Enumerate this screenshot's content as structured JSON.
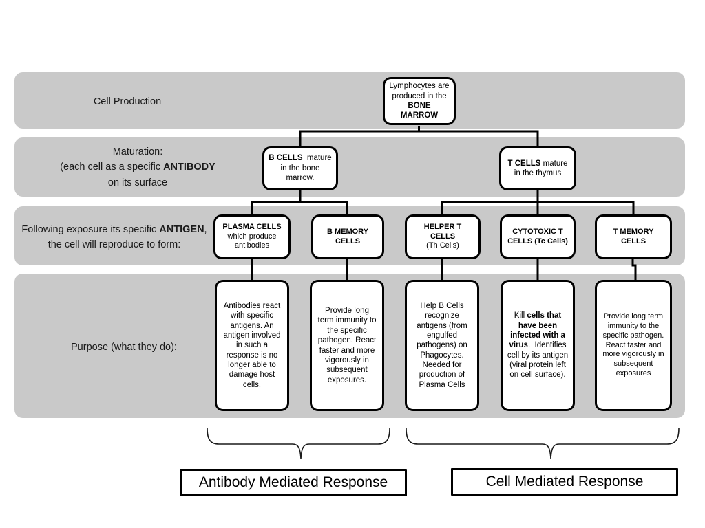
{
  "page": {
    "title": "Lymphocyte Development and Immune Response Flow Chart",
    "background_color": "#ffffff",
    "band_color": "#c9c9c9",
    "box_border_color": "#000000",
    "box_fill_color": "#ffffff"
  },
  "rows": [
    {
      "id": "cell-production",
      "label_lines": [
        "Cell Production"
      ]
    },
    {
      "id": "maturation",
      "label_lines": [
        "Maturation:",
        "(each cell as a specific ANTIBODY",
        "on its surface"
      ],
      "bold_terms": [
        "ANTIBODY"
      ]
    },
    {
      "id": "exposure",
      "label_lines": [
        "Following exposure its specific ANTIGEN,",
        "the cell will reproduce to form:"
      ],
      "bold_terms": [
        "ANTIGEN"
      ]
    },
    {
      "id": "purpose",
      "label_lines": [
        "Purpose (what they do):"
      ]
    }
  ],
  "nodes": {
    "lymphocytes": {
      "text_plain": "Lymphocytes are produced in the BONE MARROW",
      "line1": "Lymphocytes are",
      "line2": "produced in the",
      "line3_bold": "BONE MARROW"
    },
    "b_cells": {
      "text_plain": "B CELLS mature in the bone marrow.",
      "bold_lead": "B CELLS",
      "rest": "  mature in the bone marrow."
    },
    "t_cells": {
      "text_plain": "T CELLS mature in the thymus",
      "bold_lead": "T CELLS",
      "rest": " mature in the thymus"
    },
    "plasma_cells": {
      "bold_lead": "PLASMA CELLS",
      "rest": "which produce antibodies"
    },
    "b_memory_cells": {
      "bold_lead": "B MEMORY CELLS",
      "rest": ""
    },
    "helper_t_cells": {
      "bold_lead": "HELPER T CELLS",
      "rest": "(Th Cells)"
    },
    "cytotoxic_t_cells": {
      "bold_lead": "CYTOTOXIC T",
      "rest": "CELLS (Tc Cells)"
    },
    "t_memory_cells": {
      "bold_lead": "T MEMORY CELLS",
      "rest": ""
    },
    "purpose_plasma": {
      "text": "Antibodies react with specific antigens.  An antigen involved in such a response is no longer able to damage host cells."
    },
    "purpose_b_memory": {
      "text": "Provide long term immunity to the specific pathogen.  React faster and more vigorously in subsequent exposures."
    },
    "purpose_helper_t": {
      "text": "Help B Cells recognize antigens (from engulfed pathogens) on Phagocytes.  Needed for production of Plasma Cells"
    },
    "purpose_cytotoxic_t": {
      "pre": "Kill ",
      "bold": "cells that have been infected with a virus",
      "post": ".  Identifies cell by its antigen (viral protein left on cell surface)."
    },
    "purpose_t_memory": {
      "text": "Provide long term immunity to the specific pathogen. React faster and more vigorously in subsequent exposures"
    }
  },
  "responses": [
    {
      "id": "antibody-mediated",
      "label": "Antibody Mediated Response"
    },
    {
      "id": "cell-mediated",
      "label": "Cell Mediated Response"
    }
  ]
}
